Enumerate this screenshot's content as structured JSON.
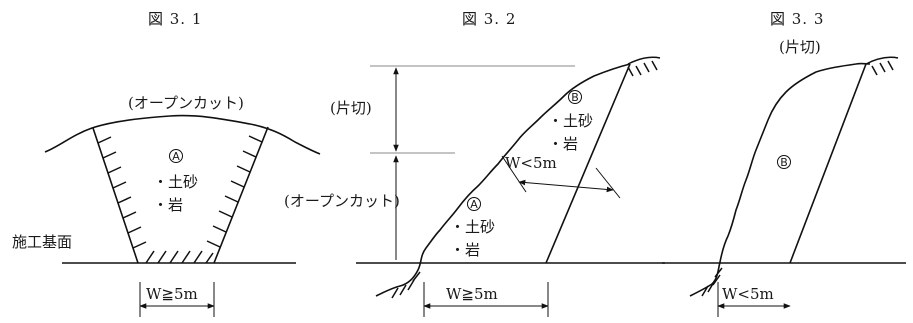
{
  "fig1": {
    "title": "図 3. 1",
    "open_cut": "(オープンカット)",
    "zone_mark": "A",
    "bullet_soil": "・土砂",
    "bullet_rock": "・岩",
    "base_label": "施工基面",
    "width_label": "W≧5m"
  },
  "fig2": {
    "title": "図 3. 2",
    "side_cut": "(片切)",
    "open_cut": "(オープンカット)",
    "zone_a_mark": "A",
    "zone_b_mark": "B",
    "bullet_soil_a": "・土砂",
    "bullet_rock_a": "・岩",
    "bullet_soil_b": "・土砂",
    "bullet_rock_b": "・岩",
    "width_lt": "W<5m",
    "width_ge": "W≧5m"
  },
  "fig3": {
    "title": "図 3. 3",
    "side_cut": "(片切)",
    "zone_mark": "B",
    "width_lt": "W<5m"
  }
}
